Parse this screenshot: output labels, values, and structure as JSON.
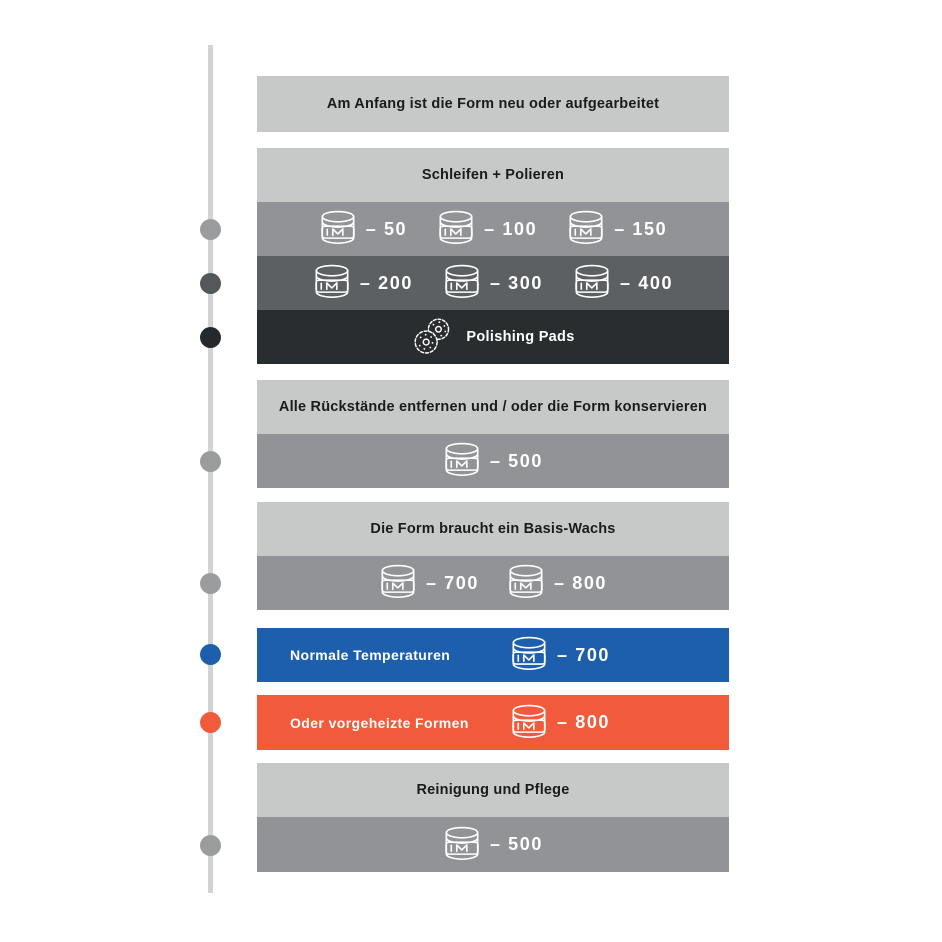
{
  "colors": {
    "light": "#c7c8c8",
    "gray": "#929396",
    "dark": "#5c6063",
    "black": "#2a2d30",
    "blue": "#1e5fad",
    "orange": "#f15b3c",
    "line": "#d2d3d4",
    "dot_gray": "#9b9c9e",
    "dot_dark": "#55585b",
    "dot_black": "#26292c",
    "text_dark": "#1b1b1d",
    "text_light": "#ffffff"
  },
  "start": {
    "title": "Am Anfang ist die Form neu oder aufgearbeitet"
  },
  "sanding": {
    "title": "Schleifen + Polieren",
    "row1": [
      "– 50",
      "– 100",
      "– 150"
    ],
    "row2": [
      "– 200",
      "– 300",
      "– 400"
    ],
    "pads_label": "Polishing Pads"
  },
  "cleanup": {
    "title": "Alle Rückstände entfernen und / oder die Form konservieren",
    "item": "– 500"
  },
  "basewax": {
    "title": "Die Form braucht ein Basis-Wachs",
    "items": [
      "– 700",
      "– 800"
    ]
  },
  "normal": {
    "label": "Normale Temperaturen",
    "item": "– 700"
  },
  "preheated": {
    "label": "Oder vorgeheizte Formen",
    "item": "– 800"
  },
  "care": {
    "title": "Reinigung und Pflege",
    "item": "– 500"
  }
}
